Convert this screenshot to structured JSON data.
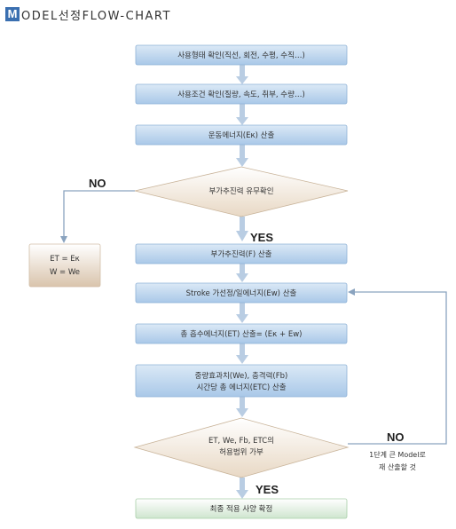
{
  "title": {
    "first_letter": "M",
    "rest": "ODEL선정FLOW-CHART"
  },
  "steps": [
    {
      "id": "s1",
      "lines": [
        "사용형태 확인(직선, 회전, 수평, 수직…)"
      ]
    },
    {
      "id": "s2",
      "lines": [
        "사용조건 확인(질량, 속도, 취부, 수량…)"
      ]
    },
    {
      "id": "s3",
      "lines": [
        "운동에너지(Eк) 산출"
      ]
    },
    {
      "id": "d1",
      "lines": [
        "부가추진력 유무확인"
      ]
    },
    {
      "id": "s4",
      "lines": [
        "부가추진력(F) 산출"
      ]
    },
    {
      "id": "s5",
      "lines": [
        "Stroke 가선정/일에너지(Ew) 산출"
      ]
    },
    {
      "id": "s6",
      "lines": [
        "총 흡수에너지(ET) 산출= (Eк + Ew)"
      ]
    },
    {
      "id": "s7",
      "lines": [
        "중량효과치(We), 충격력(Fb)",
        "시간당 총 에너지(ETC) 산출"
      ]
    },
    {
      "id": "d2",
      "lines": [
        "ET, We, Fb, ETC의",
        "허용범위 가부"
      ]
    },
    {
      "id": "s8",
      "lines": [
        "최종 적용 사양 확정"
      ]
    }
  ],
  "side_box": {
    "lines": [
      "ET =  Eк",
      "W = We"
    ]
  },
  "labels": {
    "no1": "NO",
    "yes1": "YES",
    "no2": "NO",
    "yes2": "YES"
  },
  "note": {
    "lines": [
      "1단계 큰 Model로",
      "재 산출할 것"
    ]
  },
  "colors": {
    "box_top": "#dbe9f6",
    "box_bottom": "#a9c8e8",
    "box_border": "#8fb2d6",
    "side_top": "#ffffff",
    "side_bottom": "#d9c4ac",
    "diamond_top": "#ffffff",
    "diamond_bottom": "#e8d8c4",
    "diamond_border": "#c9b49a",
    "final_top": "#ffffff",
    "final_bottom": "#cfe5cf",
    "arrow_connector": "#b9cde3",
    "line": "#8aa3bf",
    "title_accent": "#3a6fb0"
  }
}
